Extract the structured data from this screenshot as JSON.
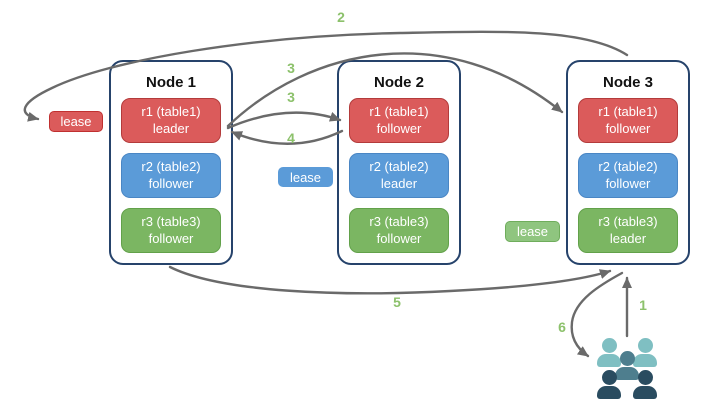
{
  "diagram": {
    "nodes": [
      {
        "title": "Node 1",
        "replicas": [
          {
            "name": "r1 (table1)",
            "role": "leader",
            "color": "red"
          },
          {
            "name": "r2 (table2)",
            "role": "follower",
            "color": "blue"
          },
          {
            "name": "r3 (table3)",
            "role": "follower",
            "color": "green"
          }
        ]
      },
      {
        "title": "Node 2",
        "replicas": [
          {
            "name": "r1 (table1)",
            "role": "follower",
            "color": "red"
          },
          {
            "name": "r2 (table2)",
            "role": "leader",
            "color": "blue"
          },
          {
            "name": "r3 (table3)",
            "role": "follower",
            "color": "green"
          }
        ]
      },
      {
        "title": "Node 3",
        "replicas": [
          {
            "name": "r1 (table1)",
            "role": "follower",
            "color": "red"
          },
          {
            "name": "r2 (table2)",
            "role": "follower",
            "color": "blue"
          },
          {
            "name": "r3 (table3)",
            "role": "leader",
            "color": "green"
          }
        ]
      }
    ],
    "leases": [
      {
        "label": "lease",
        "color": "red"
      },
      {
        "label": "lease",
        "color": "blue"
      },
      {
        "label": "lease",
        "color": "green"
      }
    ],
    "steps": {
      "step1": "1",
      "step2": "2",
      "step3_to_node3": "3",
      "step3_to_node2": "3",
      "step4": "4",
      "step5": "5",
      "step6": "6"
    },
    "icons": {
      "users": "users-group-icon"
    },
    "colors": {
      "red_fill": "#DB5B5B",
      "red_border": "#B33B3B",
      "lease_red_border": "#C03030",
      "blue_fill": "#5B9BD8",
      "blue_border": "#4A86C4",
      "green_fill": "#7BB662",
      "green_border": "#62A14A",
      "lease_green_fill": "#8FC57F",
      "lease_green_border": "#6FAD5C",
      "node_border": "#26436B",
      "arrow": "#6A6A6A",
      "step_number": "#8CC16B",
      "people_back": "#7FBFC2",
      "people_middle": "#4E7E8E",
      "people_front": "#2A4C60"
    }
  }
}
